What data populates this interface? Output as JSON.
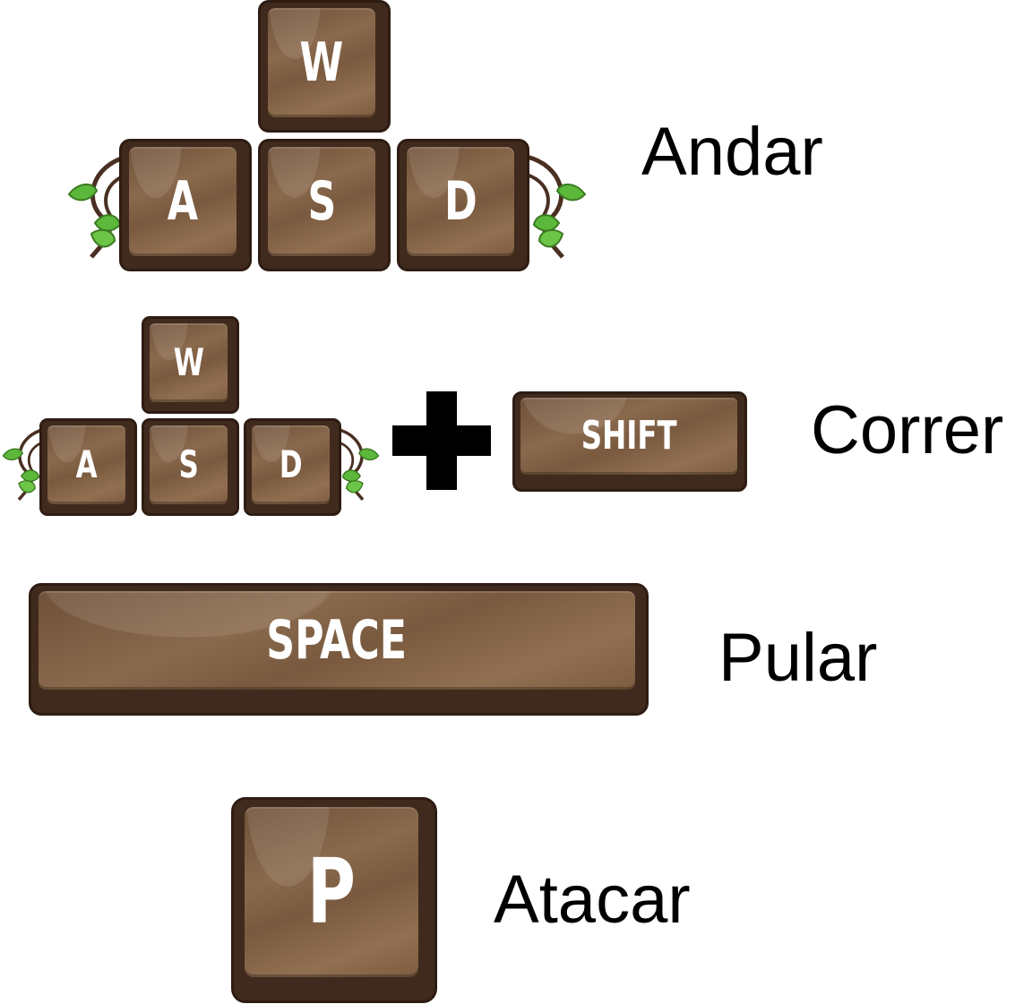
{
  "colors": {
    "key_dark": "#3f2a1d",
    "key_border": "#2e1c13",
    "key_wood": "#8a6a4d",
    "label": "#ffffff",
    "leaf": "#5cb83a",
    "vine": "#4a2f22",
    "caption": "#000000"
  },
  "controls": [
    {
      "keys": [
        "W",
        "A",
        "S",
        "D"
      ],
      "action": "Andar"
    },
    {
      "keys": [
        "W",
        "A",
        "S",
        "D"
      ],
      "combo_symbol": "+",
      "modifier": "SHIFT",
      "action": "Correr"
    },
    {
      "keys": [
        "SPACE"
      ],
      "action": "Pular"
    },
    {
      "keys": [
        "P"
      ],
      "action": "Atacar"
    }
  ]
}
